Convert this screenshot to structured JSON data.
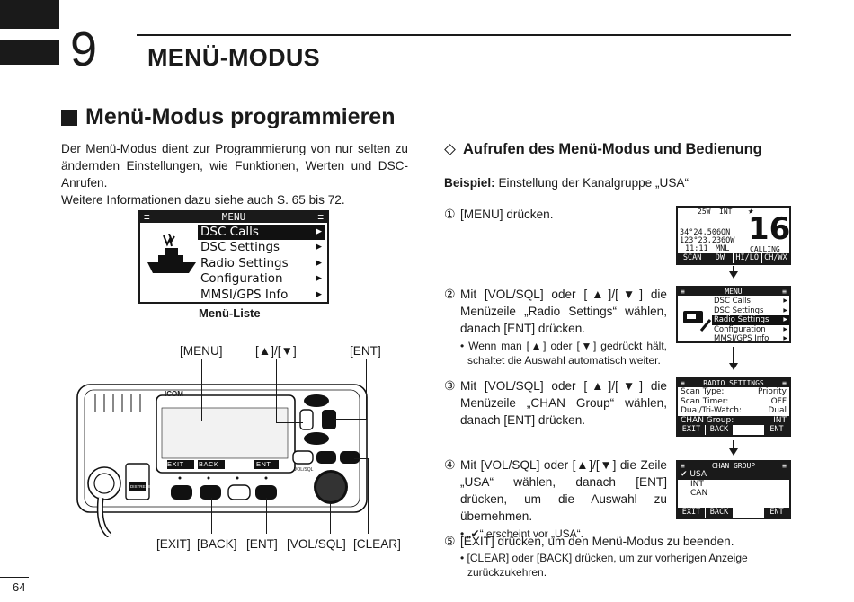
{
  "header": {
    "chapter_number": "9",
    "chapter_title": "MENÜ-MODUS"
  },
  "section": {
    "title": "Menü-Modus programmieren",
    "intro_1": "Der Menü-Modus dient zur Programmierung von nur selten zu ändernden Einstellungen, wie Funktionen, Werten und DSC-Anrufen.",
    "intro_2": "Weitere Informationen dazu siehe auch S. 65 bis 72."
  },
  "menu_screen": {
    "title": "MENU",
    "items": [
      "DSC Calls",
      "DSC Settings",
      "Radio Settings",
      "Configuration",
      "MMSI/GPS Info"
    ],
    "caption": "Menü-Liste"
  },
  "radio": {
    "brand": "ICOM",
    "softkeys": [
      "EXIT",
      "BACK",
      "ENT"
    ],
    "distress_label": "DISTRESS",
    "vol_label": "VOL/SQL",
    "top_labels": {
      "menu": "[MENU]",
      "updown": "[▲]/[▼]",
      "ent": "[ENT]"
    },
    "bottom_labels": [
      "[EXIT]",
      "[BACK]",
      "[ENT]",
      "[VOL/SQL]",
      "[CLEAR]"
    ]
  },
  "procedure": {
    "title": "Aufrufen des Menü-Modus und Bedienung",
    "example_label": "Beispiel:",
    "example_text": " Einstellung der Kanalgruppe „USA“",
    "steps": [
      {
        "num": "①",
        "text": "[MENU] drücken."
      },
      {
        "num": "②",
        "text": "Mit [VOL/SQL] oder [▲]/[▼] die Menüzeile „Radio Settings“ wählen, danach [ENT] drücken.",
        "note": "• Wenn man [▲] oder [▼] gedrückt hält, schaltet die Auswahl automatisch weiter."
      },
      {
        "num": "③",
        "text": "Mit [VOL/SQL] oder [▲]/[▼] die Menüzeile „CHAN Group“ wählen, danach [ENT] drücken."
      },
      {
        "num": "④",
        "text": "Mit [VOL/SQL] oder [▲]/[▼] die Zeile „USA“ wählen, danach [ENT] drücken, um die Auswahl zu übernehmen.",
        "note": "• „✔“ erscheint vor „USA“."
      },
      {
        "num": "⑤",
        "text": "[EXIT] drücken, um den Menü-Modus zu beenden.",
        "note": "• [CLEAR] oder [BACK] drücken, um zur vorherigen Anzeige zurückzukehren."
      }
    ]
  },
  "lcd1": {
    "power": "25W",
    "int": "INT",
    "lat": "34°24.506ON",
    "lon": "123°23.236OW",
    "time": "11:11",
    "mnl": "MNL",
    "channel": "16",
    "calling": "CALLING",
    "keys": [
      "SCAN",
      "DW",
      "HI/LO",
      "CH/WX"
    ]
  },
  "lcd2": {
    "title": "MENU",
    "items": [
      "DSC Calls",
      "DSC Settings",
      "Radio Settings",
      "Configuration",
      "MMSI/GPS Info"
    ]
  },
  "lcd3": {
    "title": "RADIO SETTINGS",
    "rows": [
      {
        "k": "Scan Type:",
        "v": "Priority"
      },
      {
        "k": "Scan Timer:",
        "v": "OFF"
      },
      {
        "k": "Dual/Tri-Watch:",
        "v": "Dual"
      },
      {
        "k": "CHAN Group:",
        "v": "INT"
      }
    ],
    "keys": [
      "EXIT",
      "BACK",
      "ENT"
    ]
  },
  "lcd4": {
    "title": "CHAN GROUP",
    "rows": [
      "✔ USA",
      "INT",
      "CAN"
    ],
    "keys": [
      "EXIT",
      "BACK",
      "ENT"
    ]
  },
  "footer": {
    "page_number": "64"
  }
}
